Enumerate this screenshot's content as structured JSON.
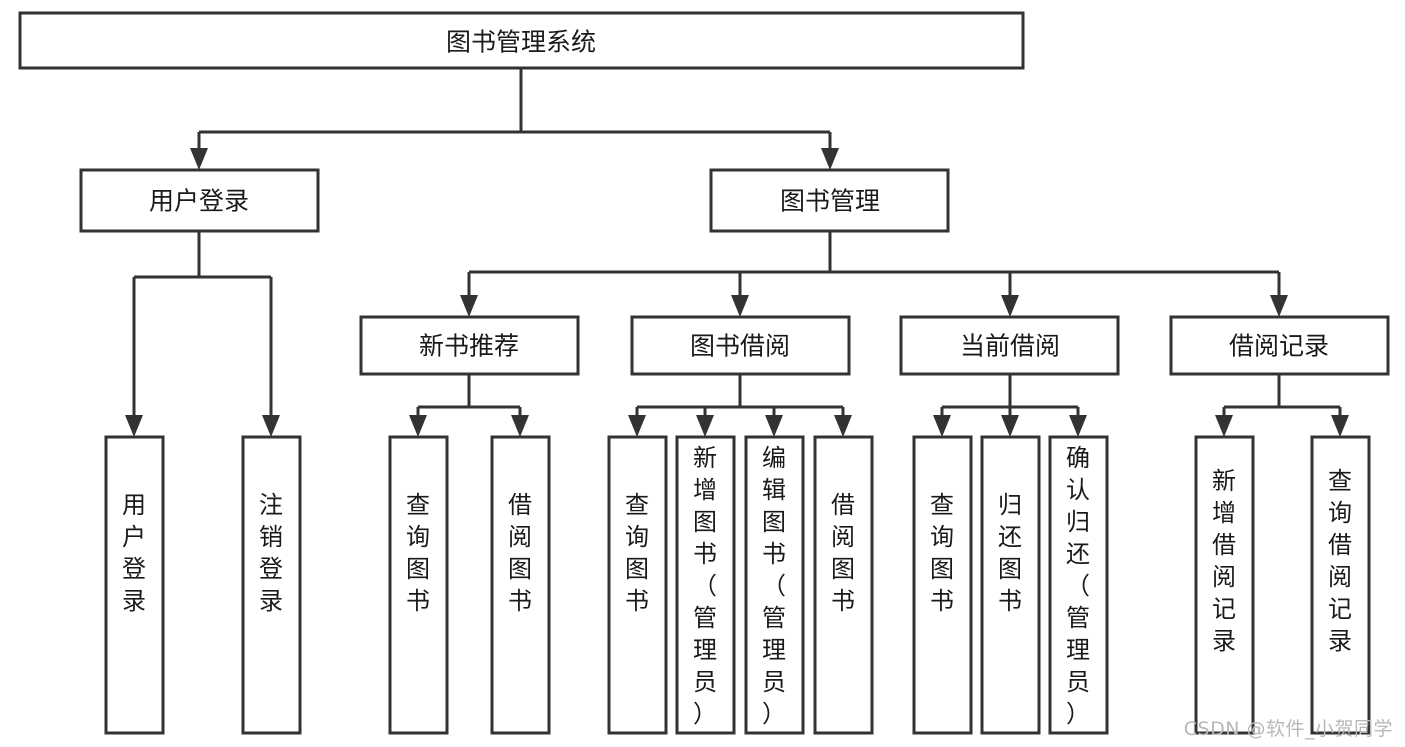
{
  "diagram": {
    "type": "tree-hierarchy-flowchart",
    "root": {
      "id": "root",
      "label": "图书管理系统"
    },
    "level2": [
      {
        "id": "user-login",
        "label": "用户登录"
      },
      {
        "id": "book-management",
        "label": "图书管理"
      }
    ],
    "level3": [
      {
        "id": "new-book-recommend",
        "label": "新书推荐"
      },
      {
        "id": "book-borrow",
        "label": "图书借阅"
      },
      {
        "id": "current-borrow",
        "label": "当前借阅"
      },
      {
        "id": "borrow-record",
        "label": "借阅记录"
      }
    ],
    "leaves": {
      "user_login": [
        {
          "id": "leaf-user-login",
          "label": "用户登录"
        },
        {
          "id": "leaf-logout-login",
          "label": "注销登录"
        }
      ],
      "new_book_recommend": [
        {
          "id": "leaf-query-book-1",
          "label": "查询图书"
        },
        {
          "id": "leaf-borrow-book-1",
          "label": "借阅图书"
        }
      ],
      "book_borrow": [
        {
          "id": "leaf-query-book-2",
          "label": "查询图书"
        },
        {
          "id": "leaf-add-book",
          "label": "新增图书（管理员）"
        },
        {
          "id": "leaf-edit-book",
          "label": "编辑图书（管理员）"
        },
        {
          "id": "leaf-borrow-book-2",
          "label": "借阅图书"
        }
      ],
      "current_borrow": [
        {
          "id": "leaf-query-book-3",
          "label": "查询图书"
        },
        {
          "id": "leaf-return-book",
          "label": "归还图书"
        },
        {
          "id": "leaf-confirm-return",
          "label": "确认归还（管理员）"
        }
      ],
      "borrow_record": [
        {
          "id": "leaf-add-borrow-record",
          "label": "新增借阅记录"
        },
        {
          "id": "leaf-query-borrow-record",
          "label": "查询借阅记录"
        }
      ]
    },
    "colors": {
      "box_stroke": "#333333",
      "box_fill": "#ffffff",
      "text": "#1a1a1a",
      "connector": "#333333",
      "watermark": "#b8b8b8",
      "background": "#ffffff"
    }
  },
  "watermark": {
    "text": "CSDN @软件_小贺同学"
  }
}
